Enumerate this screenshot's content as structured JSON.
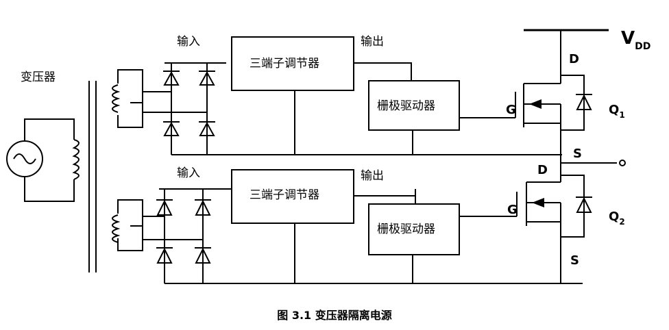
{
  "labels": {
    "transformer": "变压器",
    "vdd_main": "V",
    "vdd_sub": "DD",
    "output_node": "S"
  },
  "stages": [
    {
      "input_label": "输入",
      "output_label": "输出",
      "regulator_label": "三端子调节器",
      "driver_label": "栅极驱动器",
      "gate_label": "G",
      "drain_label": "D",
      "source_label": "S",
      "transistor_main": "Q",
      "transistor_sub": "1"
    },
    {
      "input_label": "输入",
      "output_label": "输出",
      "regulator_label": "三端子调节器",
      "driver_label": "栅极驱动器",
      "gate_label": "G",
      "drain_label": "D",
      "source_label": "S",
      "transistor_main": "Q",
      "transistor_sub": "2"
    }
  ],
  "caption": "图 3.1  变压器隔离电源"
}
